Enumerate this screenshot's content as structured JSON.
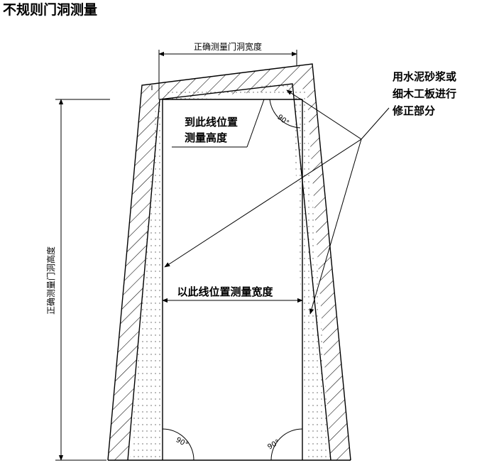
{
  "title": "不规则门洞测量",
  "labels": {
    "correct_width": "正确测量门洞宽度",
    "correct_height": "正确测量门洞高度",
    "measure_height_line1": "到此线位置",
    "measure_height_line2": "测量高度",
    "measure_width": "以此线位置测量宽度",
    "repair_line1": "用水泥砂浆或",
    "repair_line2": "细木工板进行",
    "repair_line3": "修正部分",
    "angle": "90°"
  }
}
